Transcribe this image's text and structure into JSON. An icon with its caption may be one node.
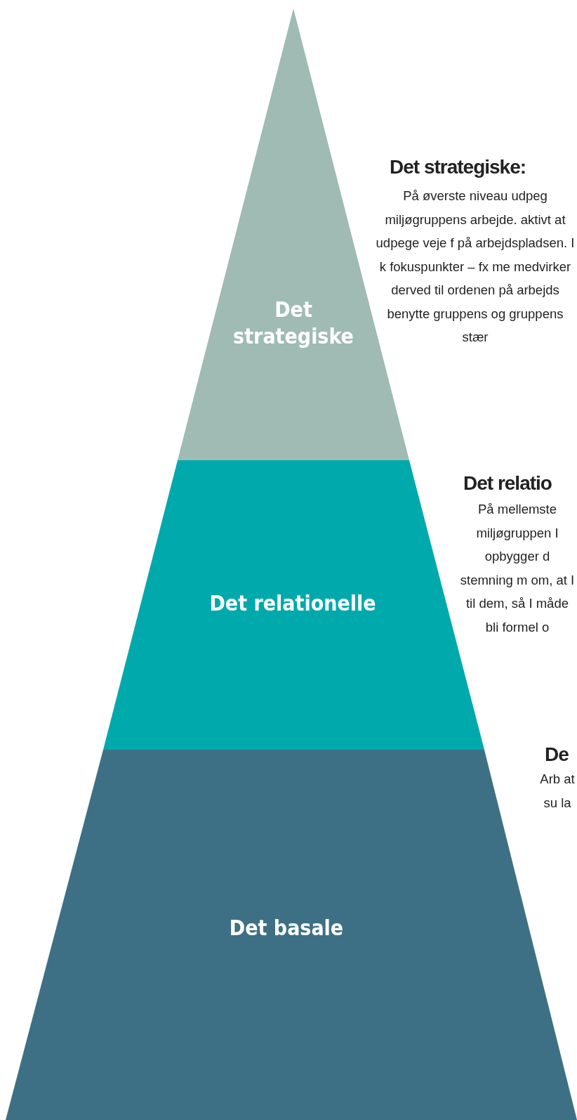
{
  "diagram": {
    "nodes": [
      {
        "text": [
          "Det strategiske"
        ],
        "beside": [
          "Det strategiske:",
          "På øverste niveau udpeg miljøgruppens arbejde. aktivt at udpege veje f på arbejdspladsen. I k fokuspunkter – fx me medvirker derved til ordenen på arbejds benytte gruppens og gruppens stær"
        ]
      },
      {
        "text": [
          "Det relationelle"
        ],
        "beside": [
          "Det relatio",
          "På mellemste miljøgruppen I opbygger d stemning m om, at I til dem, så I måde bli formel o"
        ]
      },
      {
        "text": [
          "Det basale"
        ],
        "beside": [
          "De",
          "Arb at su la"
        ]
      }
    ]
  }
}
